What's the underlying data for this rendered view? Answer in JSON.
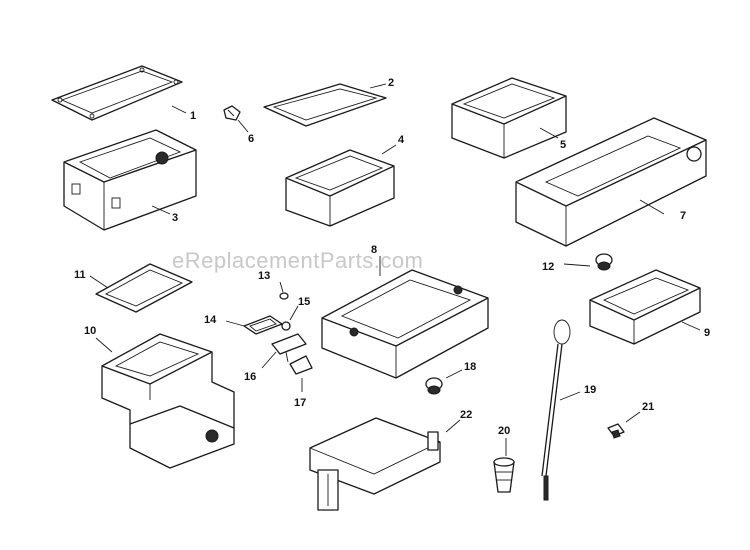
{
  "watermark": "eReplacementParts.com",
  "callouts": {
    "c1": "1",
    "c2": "2",
    "c3": "3",
    "c4": "4",
    "c5": "5",
    "c6": "6",
    "c7": "7",
    "c8": "8",
    "c9": "9",
    "c10": "10",
    "c11": "11",
    "c12": "12",
    "c13": "13",
    "c14": "14",
    "c15": "15",
    "c16": "16",
    "c17": "17",
    "c18": "18",
    "c19": "19",
    "c20": "20",
    "c21": "21",
    "c22": "22"
  }
}
